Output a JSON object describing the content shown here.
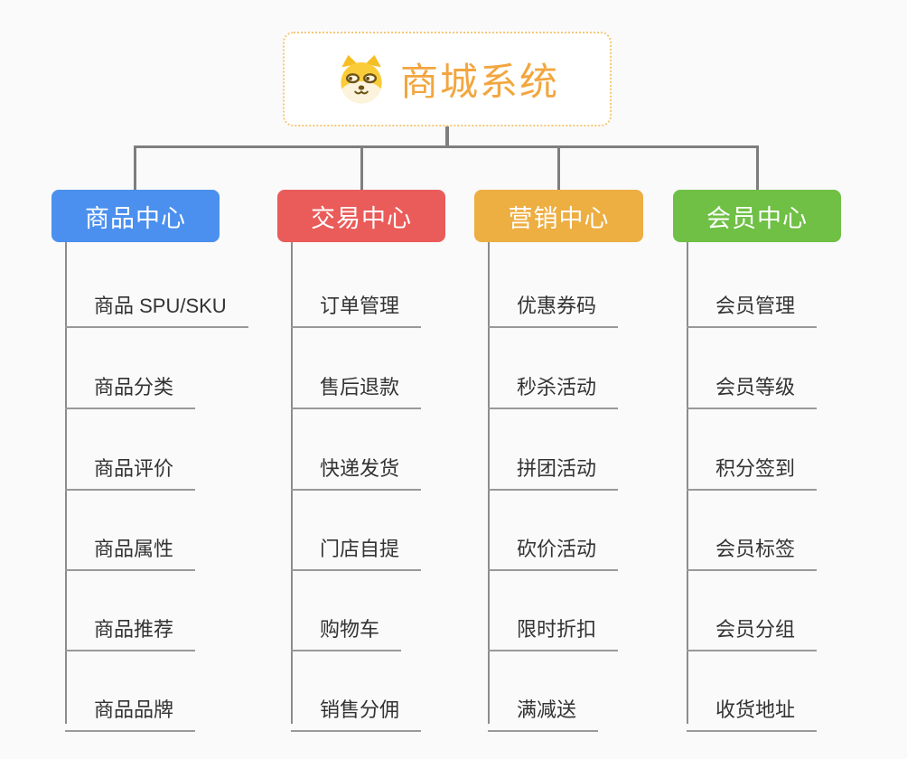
{
  "canvas": {
    "background": "#FAFAFA"
  },
  "root": {
    "title": "商城系统",
    "icon": "doge-icon",
    "title_color": "#F2A63E",
    "border_color": "#F5C878"
  },
  "connector_color": "#7E7E7E",
  "underline_color": "#999999",
  "item_text_color": "#333333",
  "branches": [
    {
      "label": "商品中心",
      "color": "#4B90EE",
      "items": [
        "商品 SPU/SKU",
        "商品分类",
        "商品评价",
        "商品属性",
        "商品推荐",
        "商品品牌"
      ]
    },
    {
      "label": "交易中心",
      "color": "#EA5C5A",
      "items": [
        "订单管理",
        "售后退款",
        "快递发货",
        "门店自提",
        "购物车",
        "销售分佣"
      ]
    },
    {
      "label": "营销中心",
      "color": "#EDAE42",
      "items": [
        "优惠券码",
        "秒杀活动",
        "拼团活动",
        "砍价活动",
        "限时折扣",
        "满减送"
      ]
    },
    {
      "label": "会员中心",
      "color": "#6FC045",
      "items": [
        "会员管理",
        "会员等级",
        "积分签到",
        "会员标签",
        "会员分组",
        "收货地址"
      ]
    }
  ]
}
